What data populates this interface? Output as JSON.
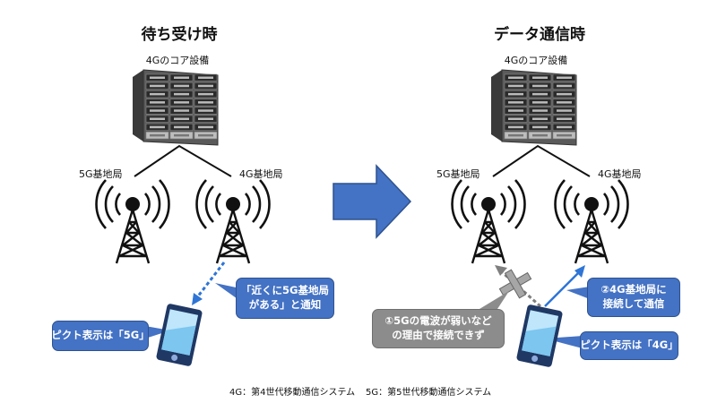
{
  "left": {
    "title": "待ち受け時",
    "core_label": "4Gのコア設備",
    "station_5g": "5G基地局",
    "station_4g": "4G基地局",
    "notify_bubble": "「近くに5G基地局\nがある」と通知",
    "pict_bubble": "ピクト表示は「5G」"
  },
  "right": {
    "title": "データ通信時",
    "core_label": "4Gのコア設備",
    "station_5g": "5G基地局",
    "station_4g": "4G基地局",
    "fail_bubble": "①5Gの電波が弱いなど\nの理由で接続できず",
    "connect_bubble": "②4G基地局に\n接続して通信",
    "pict_bubble": "ピクト表示は「4G」"
  },
  "footer": {
    "note_4g": "4G：第4世代移動通信システム",
    "note_5g": "5G：第5世代移動通信システム"
  },
  "colors": {
    "accent": "#4472c4",
    "gray": "#8c8c8c",
    "phone": "#1f3864",
    "screen": "#9dd3f5"
  }
}
